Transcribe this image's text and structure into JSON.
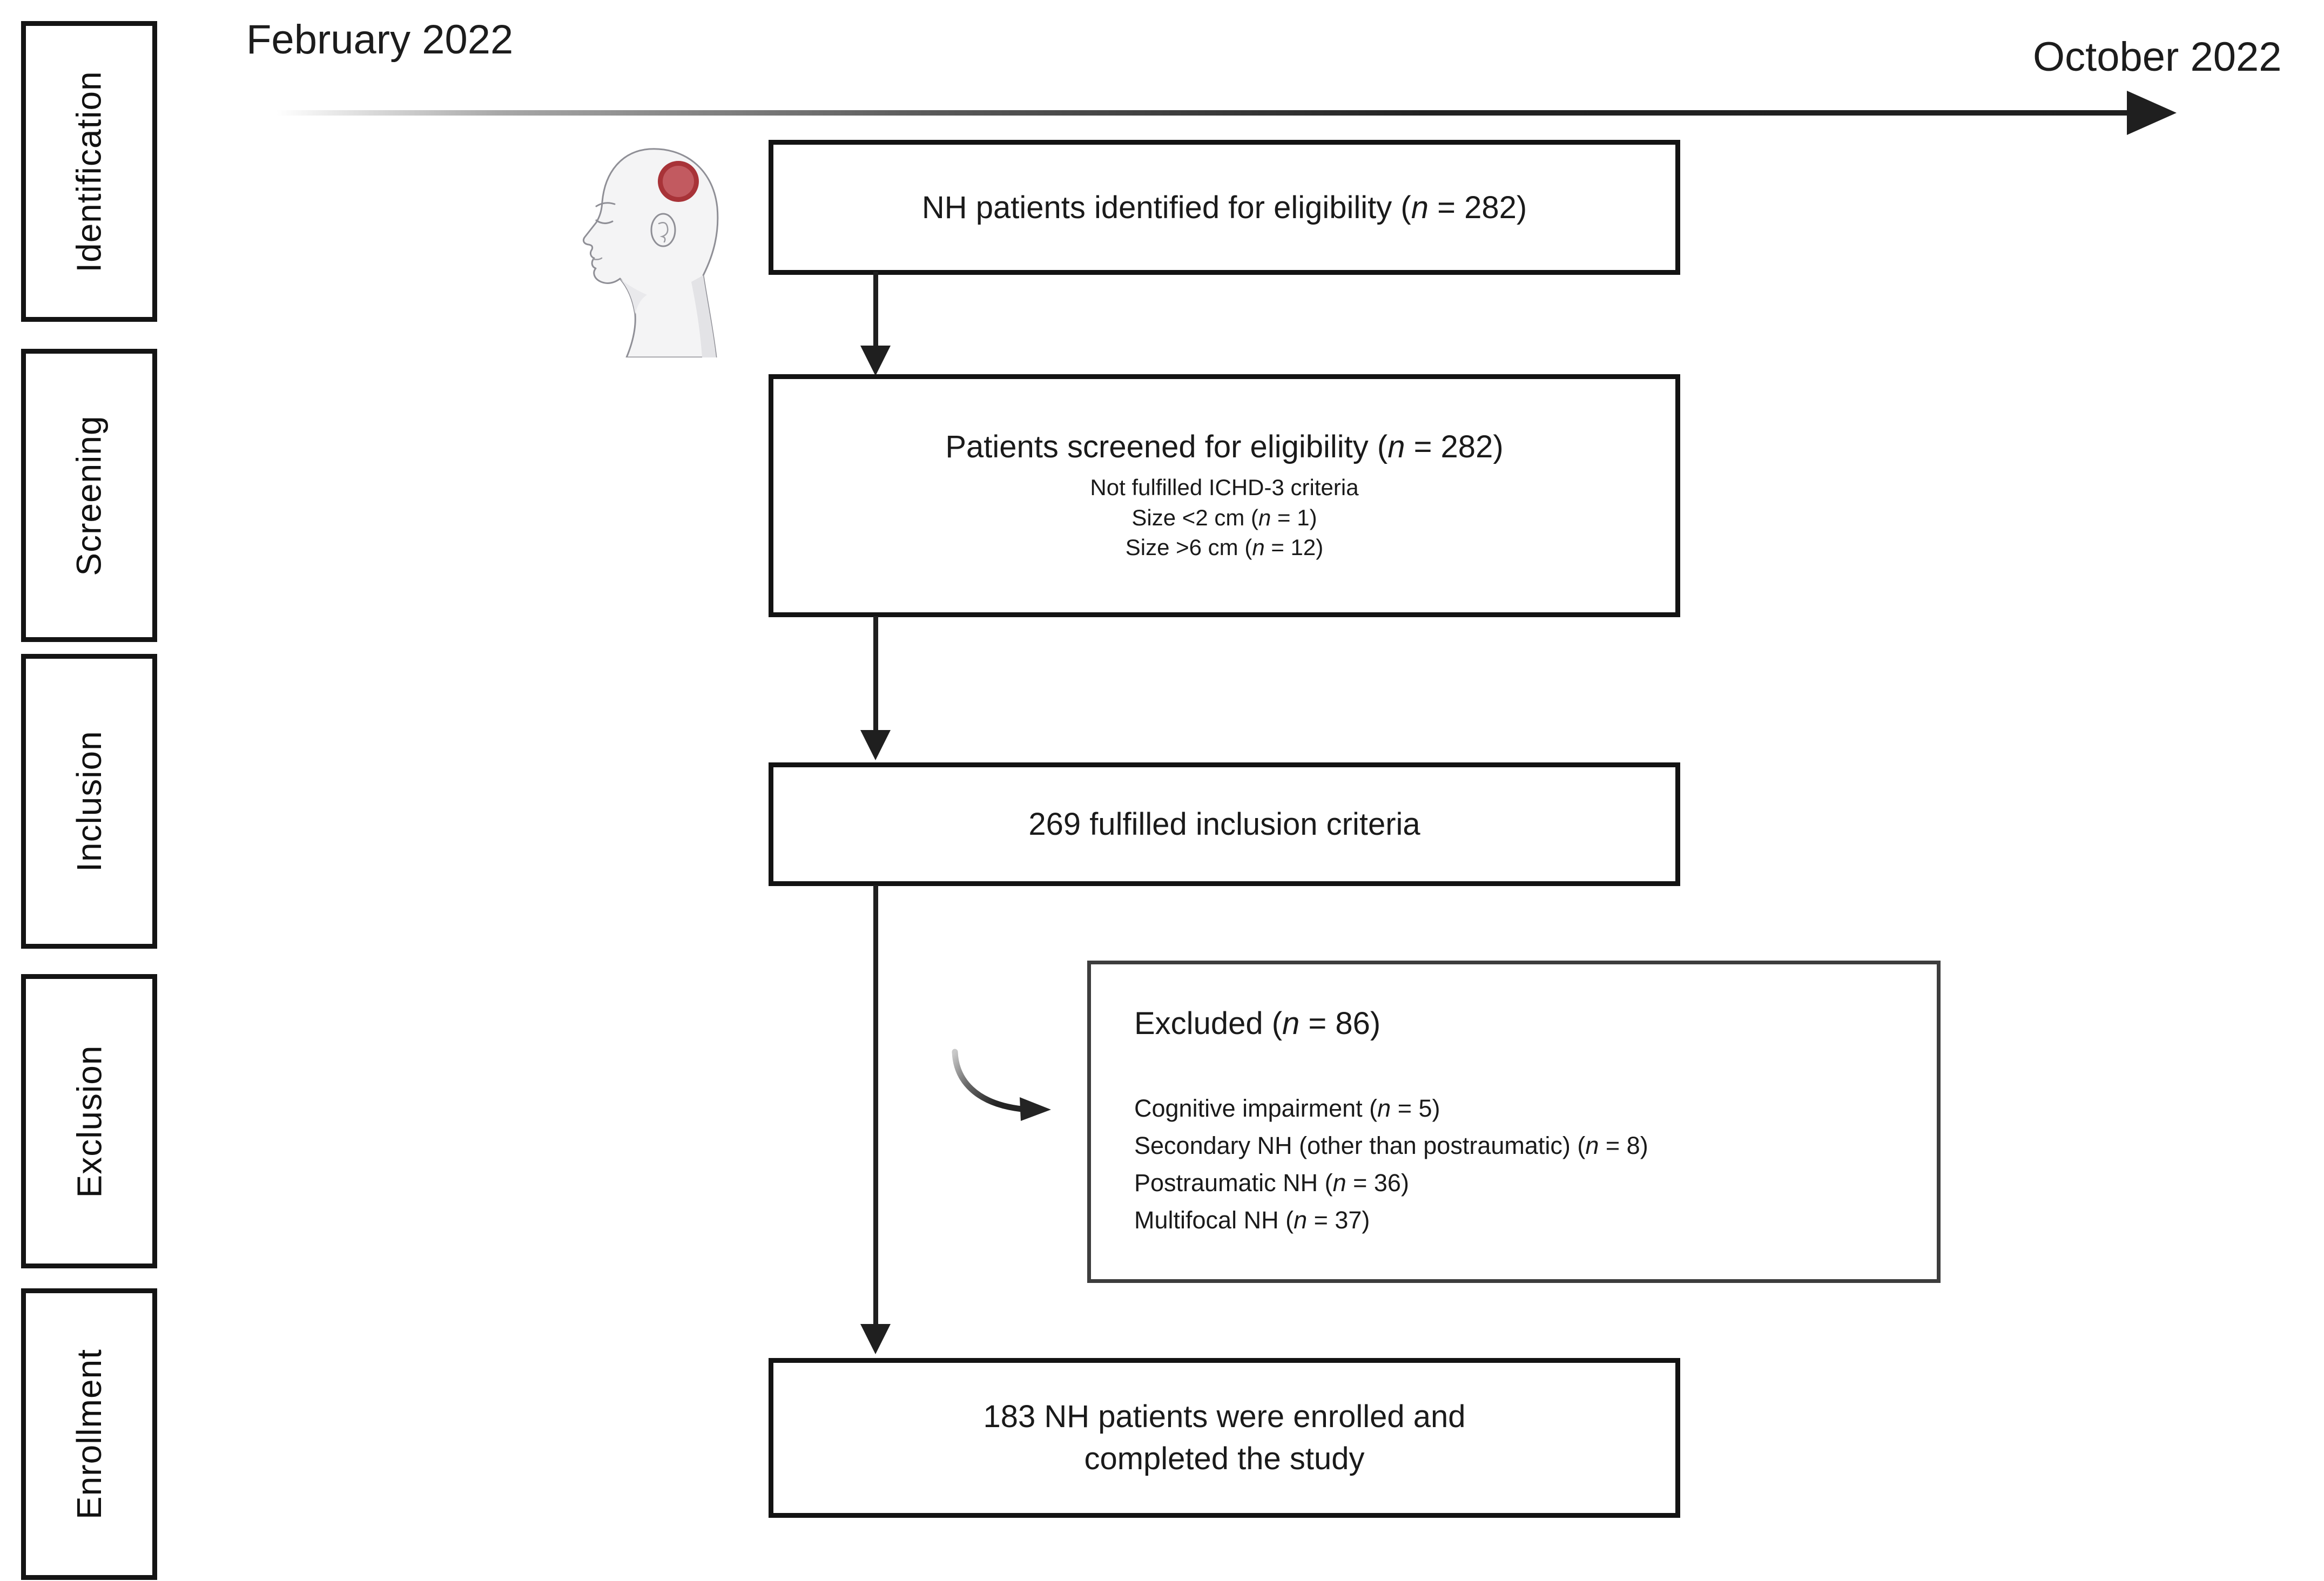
{
  "timeline": {
    "start_label": "February 2022",
    "end_label": "October 2022"
  },
  "stages": [
    {
      "label": "Identification"
    },
    {
      "label": "Screening"
    },
    {
      "label": "Inclusion"
    },
    {
      "label": "Exclusion"
    },
    {
      "label": "Enrollment"
    }
  ],
  "boxes": {
    "identified": {
      "pre": "NH patients identified for eligibility (",
      "var": "n",
      "post": " = 282)"
    },
    "screened": {
      "title": {
        "pre": "Patients screened for eligibility (",
        "var": "n",
        "post": " = 282)"
      },
      "lines": [
        {
          "pre": "Not fulfilled ICHD-3 criteria",
          "var": "",
          "post": ""
        },
        {
          "pre": "Size <2 cm (",
          "var": "n",
          "post": " = 1)"
        },
        {
          "pre": "Size >6 cm (",
          "var": "n",
          "post": " = 12)"
        }
      ]
    },
    "inclusion": {
      "pre": "269 fulfilled inclusion criteria",
      "var": "",
      "post": ""
    },
    "excluded": {
      "title": {
        "pre": "Excluded (",
        "var": "n",
        "post": " = 86)"
      },
      "lines": [
        {
          "pre": "Cognitive impairment (",
          "var": "n",
          "post": " = 5)"
        },
        {
          "pre": "Secondary NH (other than postraumatic) (",
          "var": "n",
          "post": " = 8)"
        },
        {
          "pre": "Postraumatic NH (",
          "var": "n",
          "post": " = 36)"
        },
        {
          "pre": "Multifocal NH (",
          "var": "n",
          "post": " = 37)"
        }
      ]
    },
    "enrolled": {
      "line1": "183 NH patients were enrolled and",
      "line2": "completed the study"
    }
  },
  "icons": {
    "head_icon": "human-head-profile-with-brain-lesion",
    "curved_arrow_icon": "curved-exclusion-arrow",
    "timeline_arrow_icon": "rightward-timeline-arrow"
  },
  "colors": {
    "box_border": "#131313",
    "excluded_border": "#3d3d3d",
    "arrow": "#1f1f1f",
    "head_fill": "#f4f4f5",
    "head_stroke": "#8f8f96",
    "lesion_ring": "#a83338",
    "lesion_fill": "#c25a60",
    "background": "#ffffff"
  }
}
